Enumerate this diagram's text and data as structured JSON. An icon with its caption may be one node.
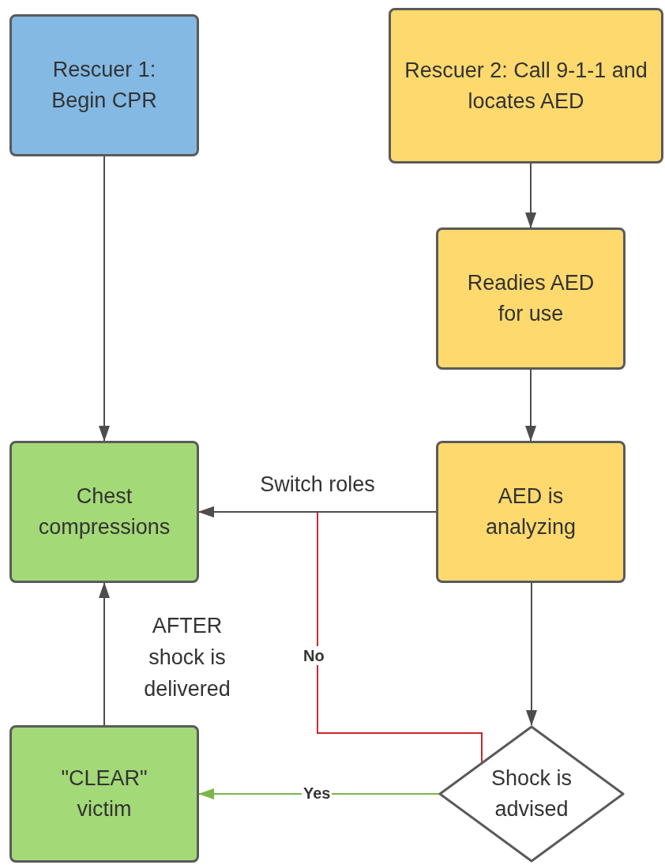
{
  "diagram": {
    "nodes": [
      {
        "text": [
          "Rescuer 1: Begin CPR"
        ]
      },
      {
        "text": [
          "Rescuer 2: Call 9-1-1 and locates AED"
        ]
      },
      {
        "text": [
          "Readies AED for use"
        ]
      },
      {
        "text": [
          "AED is analyzing"
        ]
      },
      {
        "text": [
          "Chest compressions"
        ]
      },
      {
        "text": [
          "\"CLEAR\" victim"
        ]
      },
      {
        "text": [
          "Shock is advised"
        ]
      }
    ],
    "edges": [
      {
        "from": 0,
        "to": 4,
        "arrow": "to"
      },
      {
        "from": 1,
        "to": 2,
        "arrow": "to"
      },
      {
        "from": 2,
        "to": 3,
        "arrow": "to"
      },
      {
        "from": 3,
        "to": 6,
        "arrow": "to"
      },
      {
        "from": 6,
        "to": 4,
        "arrow": "to",
        "label": "No",
        "color": "#d0242f"
      },
      {
        "from": 3,
        "to": 4,
        "arrow": "to",
        "label": "Switch roles"
      },
      {
        "from": 6,
        "to": 5,
        "arrow": "to",
        "label": "Yes",
        "color": "#7ab648"
      },
      {
        "from": 5,
        "to": 4,
        "arrow": "to",
        "label": "AFTER shock is delivered"
      }
    ]
  }
}
